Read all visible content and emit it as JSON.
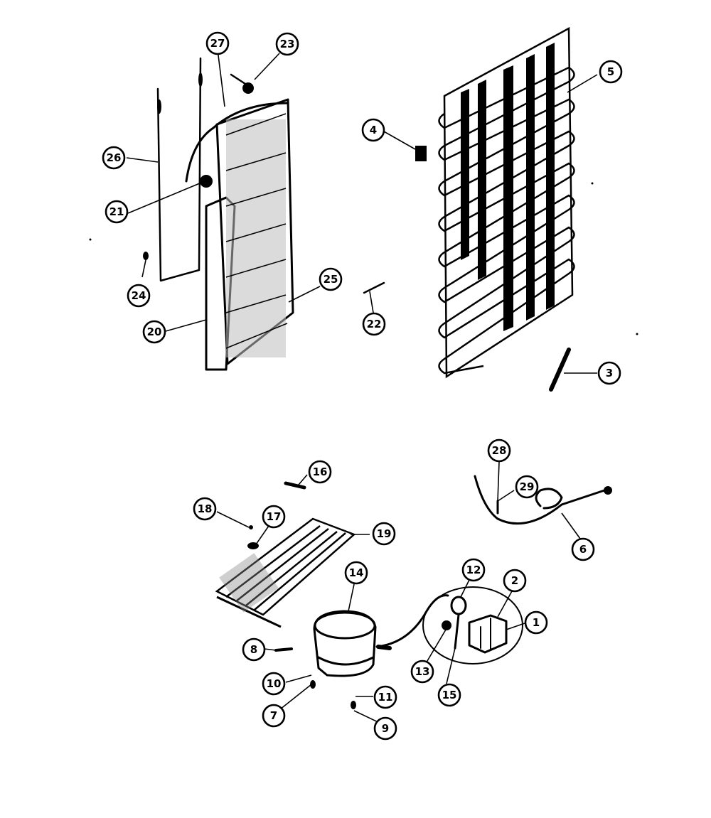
{
  "diagram": {
    "ink_color": "#000000",
    "background_color": "#ffffff",
    "callouts": [
      {
        "id": "c27",
        "label": "27"
      },
      {
        "id": "c23",
        "label": "23"
      },
      {
        "id": "c26",
        "label": "26"
      },
      {
        "id": "c21",
        "label": "21"
      },
      {
        "id": "c24",
        "label": "24"
      },
      {
        "id": "c25",
        "label": "25"
      },
      {
        "id": "c20",
        "label": "20"
      },
      {
        "id": "c22",
        "label": "22"
      },
      {
        "id": "c4",
        "label": "4"
      },
      {
        "id": "c5",
        "label": "5"
      },
      {
        "id": "c3",
        "label": "3"
      },
      {
        "id": "c16",
        "label": "16"
      },
      {
        "id": "c18",
        "label": "18"
      },
      {
        "id": "c17",
        "label": "17"
      },
      {
        "id": "c19",
        "label": "19"
      },
      {
        "id": "c14",
        "label": "14"
      },
      {
        "id": "c12",
        "label": "12"
      },
      {
        "id": "c2",
        "label": "2"
      },
      {
        "id": "c1",
        "label": "1"
      },
      {
        "id": "c13",
        "label": "13"
      },
      {
        "id": "c15",
        "label": "15"
      },
      {
        "id": "c8",
        "label": "8"
      },
      {
        "id": "c10",
        "label": "10"
      },
      {
        "id": "c7",
        "label": "7"
      },
      {
        "id": "c11",
        "label": "11"
      },
      {
        "id": "c9",
        "label": "9"
      },
      {
        "id": "c28",
        "label": "28"
      },
      {
        "id": "c29",
        "label": "29"
      },
      {
        "id": "c6",
        "label": "6"
      }
    ]
  }
}
